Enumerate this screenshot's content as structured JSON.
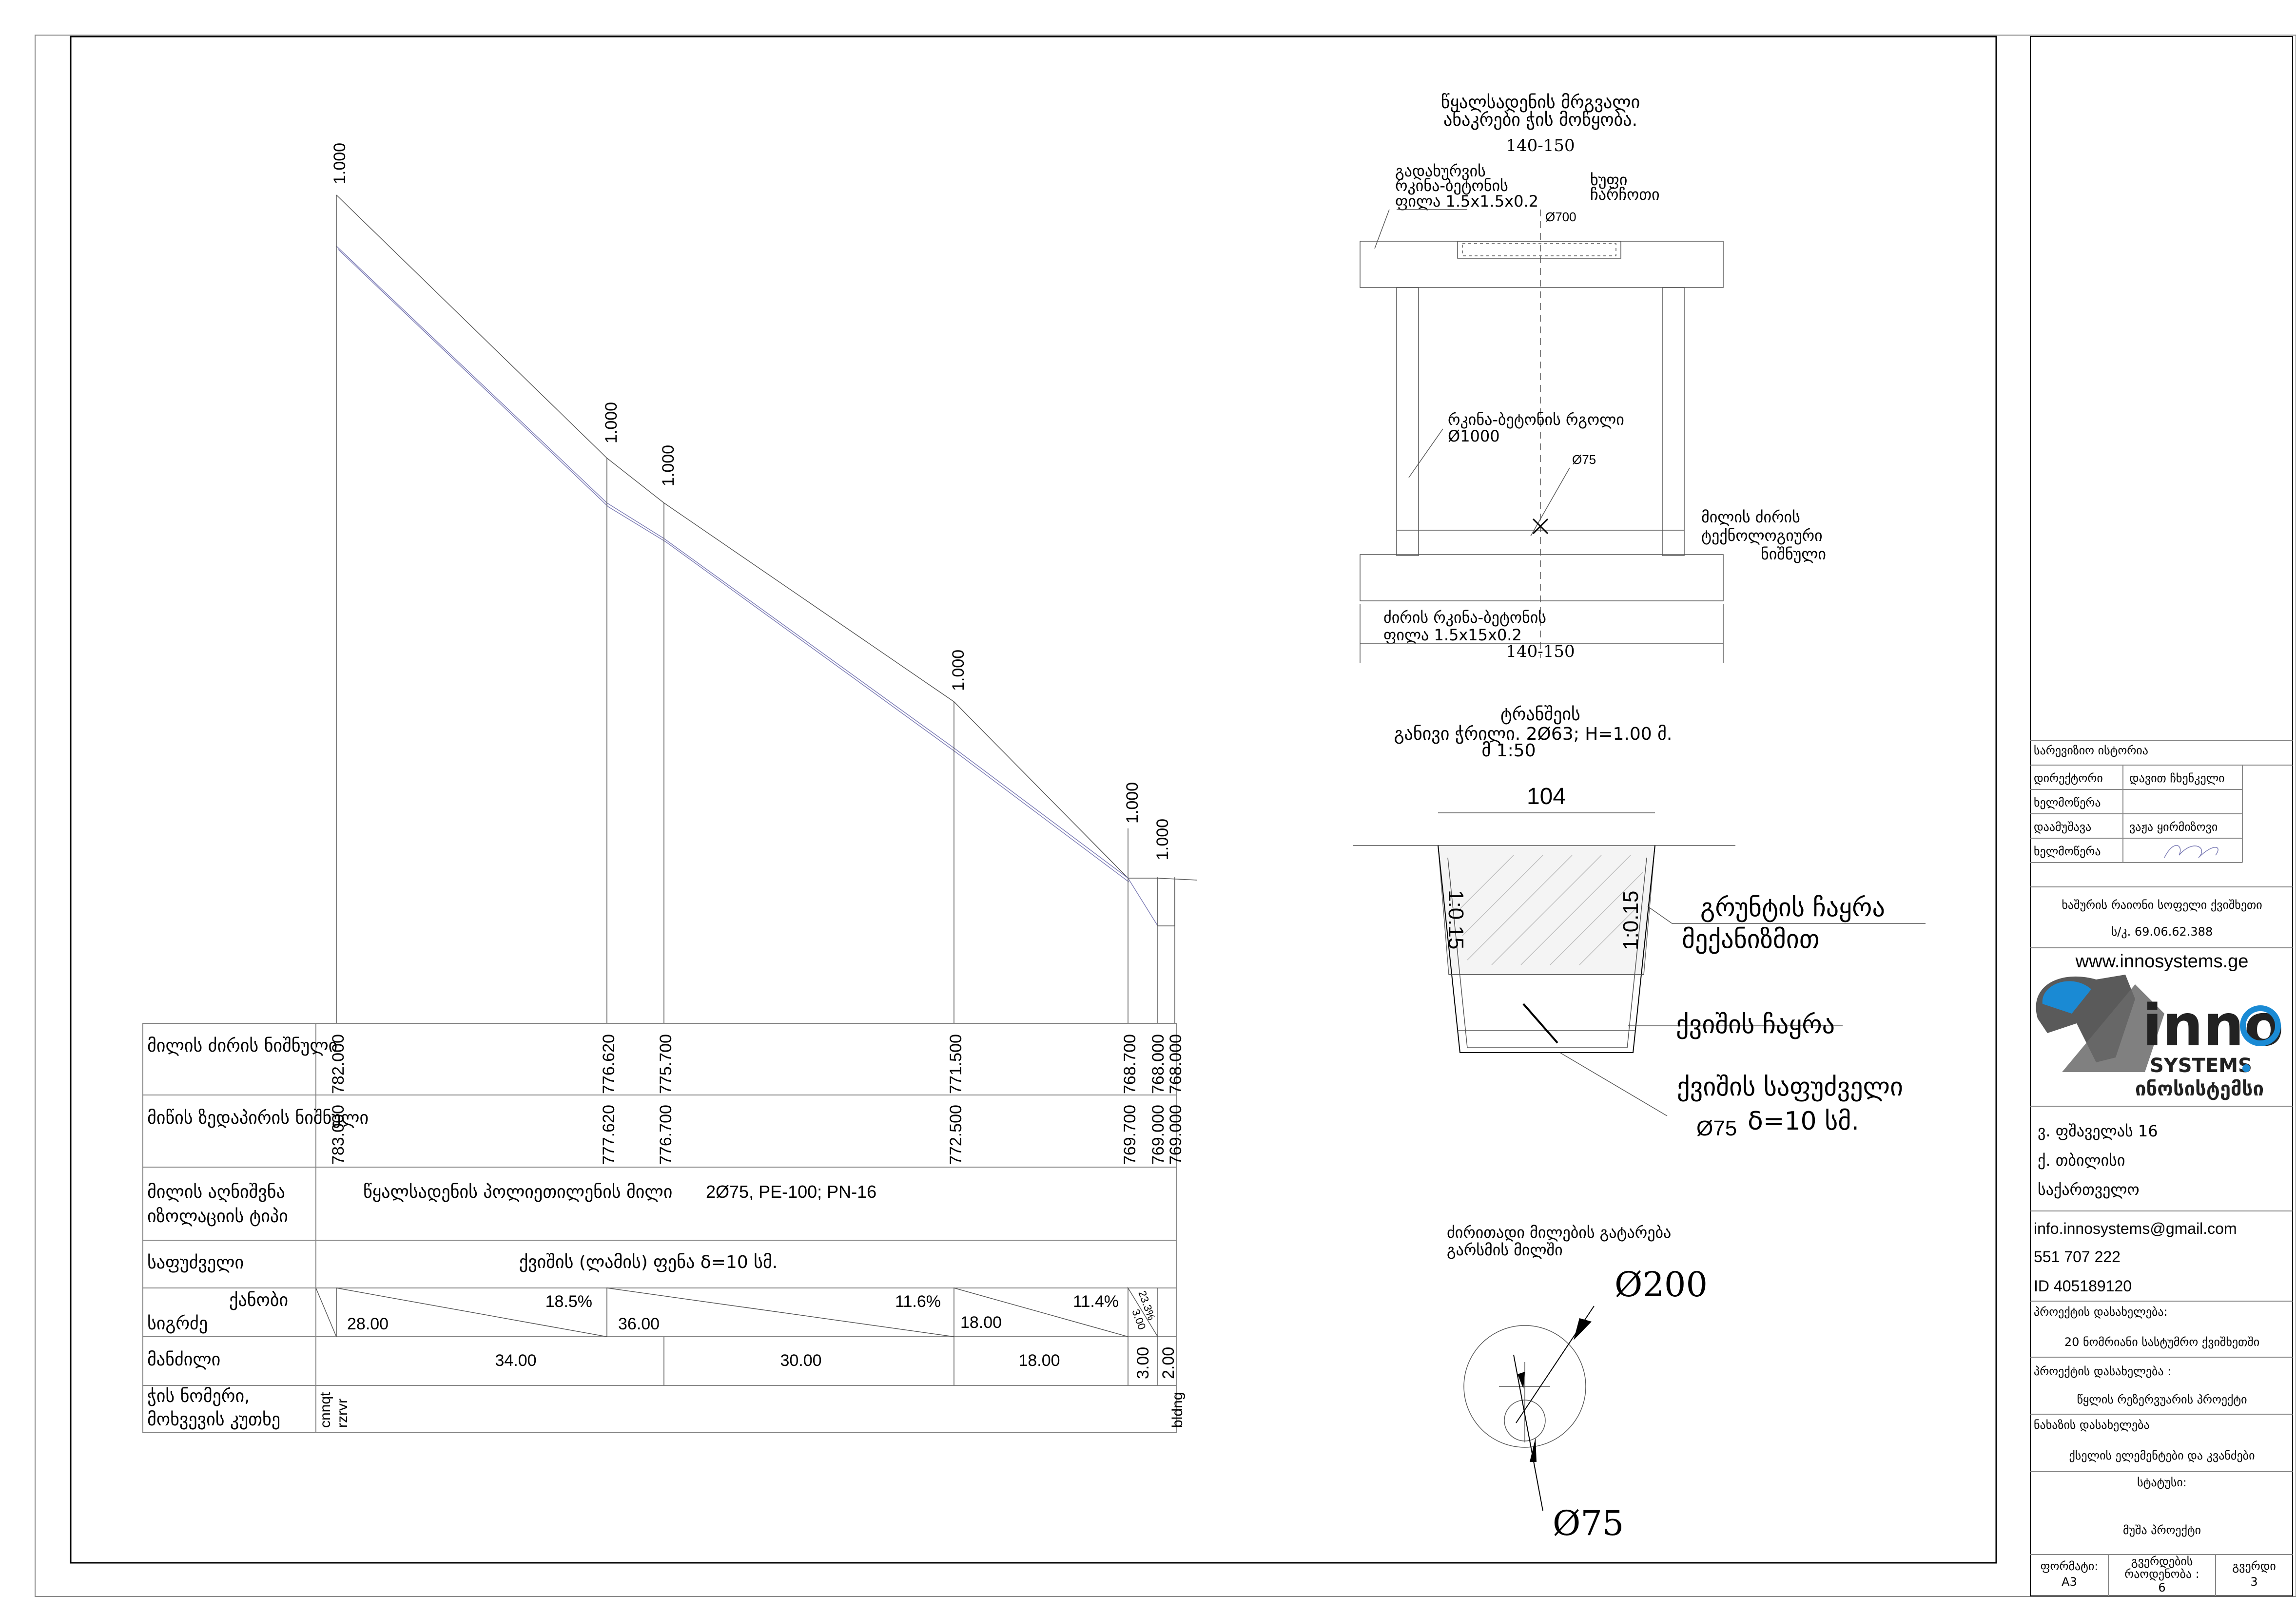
{
  "profile": {
    "slope_labels": [
      "1.000",
      "1.000",
      "1.000",
      "1.000",
      "1.000",
      "1.000"
    ],
    "row_labels": {
      "pipe_bottom": "მილის ძირის ნიშნული",
      "ground": "მიწის ზედაპირის ნიშნული",
      "pipe_desc_l1": "მილის აღნიშვნა",
      "pipe_desc_l2": "იზოლაციის ტიპი",
      "base": "საფუძველი",
      "slope_l1": "ქანობი",
      "slope_l2": "სიგრძე",
      "distance": "მანძილი",
      "well_l1": "ჭის ნომერი,",
      "well_l2": "მოხვევის კუთხე"
    },
    "pipe_bottom_values": [
      "782.000",
      "776.620",
      "775.700",
      "771.500",
      "768.700",
      "768.000",
      "768.000"
    ],
    "ground_values": [
      "783.000",
      "777.620",
      "776.700",
      "772.500",
      "769.700",
      "769.000",
      "769.000"
    ],
    "pipe_desc": "წყალსადენის პოლიეთილენის მილი",
    "pipe_spec": "2Ø75, PE-100; PN-16",
    "base_text": "ქვიშის (ლამის) ფენა δ=10 სმ.",
    "slopes": [
      {
        "pct": "18.5%",
        "len": "28.00"
      },
      {
        "pct": "11.6%",
        "len": "36.00"
      },
      {
        "pct": "11.4%",
        "len": "18.00"
      },
      {
        "pct": "23.3%",
        "len": "3.00"
      }
    ],
    "distances": [
      "34.00",
      "30.00",
      "18.00",
      "3.00",
      "2.00"
    ],
    "well_start_1": "cnnqt",
    "well_start_2": "rzrvr",
    "well_end": "bldng"
  },
  "well": {
    "title_l1": "წყალსადენის მრგვალი",
    "title_l2": "ანაკრები ჭის მოწყობა.",
    "dim_top": "140-150",
    "slab_l1": "გადახურვის",
    "slab_l2": "რკინა-ბეტონის",
    "slab_l3": "ფილა 1.5x1.5x0.2",
    "hatch_l1": "ხუფი",
    "hatch_l2": "ჩარჩოთი",
    "hatch_dia": "Ø700",
    "ring_l1": "რკინა-ბეტონის რგოლი",
    "ring_l2": "Ø1000",
    "pipe_dia": "Ø75",
    "bottom_l1": "მილის ძირის",
    "bottom_l2": "ტექნოლოგიური",
    "bottom_l3": "ნიშნული",
    "base_l1": "ძირის რკინა-ბეტონის",
    "base_l2": "ფილა 1.5x15x0.2",
    "dim_bottom": "140-150"
  },
  "trench": {
    "title_l1": "ტრანშეის",
    "title_l2": "განივი ჭრილი. 2Ø63; H=1.00 მ.",
    "title_l3": "მ 1:50",
    "width": "104",
    "slope_left": "1:0.15",
    "slope_right": "1:0.15",
    "soil_l1": "გრუნტის ჩაყრა",
    "soil_l2": "მექანიზმით",
    "sand_fill": "ქვიშის ჩაყრა",
    "sand_base": "ქვიშის საფუძველი",
    "pipe_dia": "Ø75",
    "delta": "δ=10 სმ."
  },
  "casing": {
    "title_l1": "ძირითადი მილების გატარება",
    "title_l2": "გარსმის მილში",
    "outer": "Ø200",
    "inner": "Ø75"
  },
  "titleblock": {
    "revision": "სარევიზიო ისტორია",
    "director_label": "დირექტორი",
    "director_name": "დავით ჩხენკელი",
    "signature_label": "ხელმოწერა",
    "designer_label": "დაამუშავა",
    "designer_name": "ვაჟა ყირმიზოვი",
    "signature_label2": "ხელმოწერა",
    "client": "ხაშურის რაიონი სოფელი ქვიშხეთი",
    "client_id": "ს/კ. 69.06.62.388",
    "website": "www.innosystems.ge",
    "logo_inno": "inno",
    "logo_systems": "SYSTEMS",
    "logo_geo": "ინოსისტემსი",
    "addr1": "ვ. ფშაველას 16",
    "addr2": "ქ. თბილისი",
    "addr3": "საქართველო",
    "email": "info.innosystems@gmail.com",
    "phone": "551 707 222",
    "id": "ID 405189120",
    "proj_label1": "პროექტის დასახელება:",
    "proj_name1": "20 ნომრიანი სასტუმრო ქვიშხეთში",
    "proj_label2": "პროექტის დასახელება :",
    "proj_name2": "წყლის რეზერვუარის პროექტი",
    "drawing_label": "ნახაზის დასახელება",
    "drawing_name": "ქსელის ელემენტები და კვანძები",
    "status_label": "სტატუსი:",
    "status": "მუშა პროექტი",
    "format_label": "ფორმატი:",
    "format": "A3",
    "sheets_label_l1": "გვერდების",
    "sheets_label_l2": "რაოდენობა :",
    "sheets": "6",
    "page_label": "გვერდი",
    "page": "3"
  }
}
